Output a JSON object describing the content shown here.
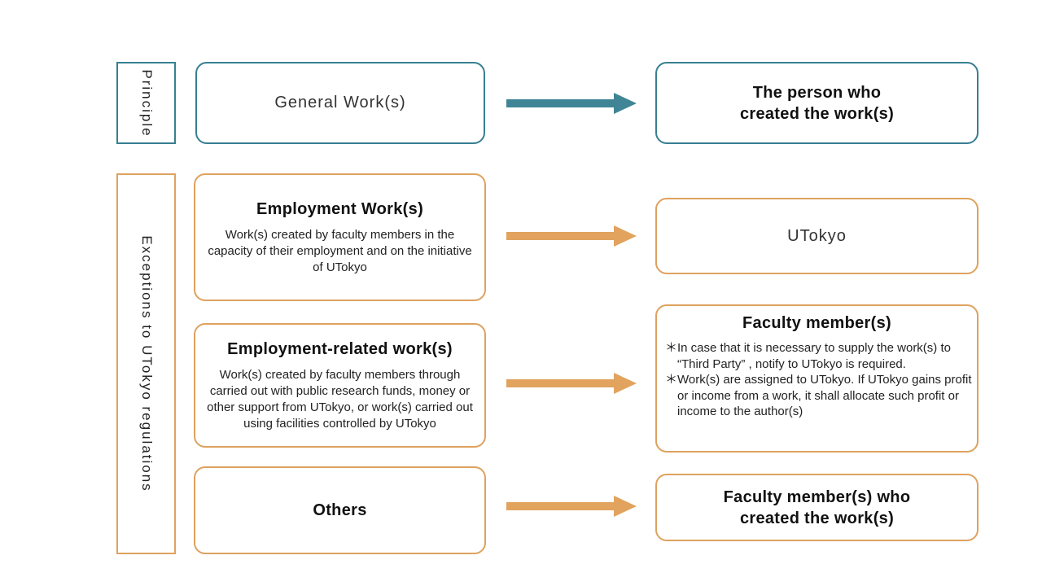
{
  "colors": {
    "teal_border": "#377F91",
    "orange_border": "#DEA25F",
    "teal_arrow": "#3F8596",
    "orange_arrow": "#E1A35E",
    "text": "#222222",
    "background": "#FFFFFF"
  },
  "labels": {
    "principle": "Principle",
    "exceptions": "Exceptions to UTokyo regulations"
  },
  "rows": {
    "general": {
      "title": "General Work(s)"
    },
    "person": {
      "title": "The person who\ncreated the work(s)"
    },
    "employment": {
      "title": "Employment Work(s)",
      "body": "Work(s) created by faculty members in the capacity of their employment and on the initiative of UTokyo"
    },
    "utokyo": {
      "title": "UTokyo"
    },
    "employment_related": {
      "title": "Employment-related work(s)",
      "body": "Work(s) created by faculty members through carried out with public research funds, money or other support from UTokyo, or work(s) carried out using facilities controlled by UTokyo"
    },
    "faculty": {
      "title": "Faculty member(s)",
      "notes": [
        "＊In case that it is necessary to supply the work(s) to “Third Party” , notify to UTokyo is required.",
        "＊Work(s) are assigned to UTokyo. If UTokyo gains profit or income from a work, it shall allocate such profit or income to the author(s)"
      ]
    },
    "others": {
      "title": "Others"
    },
    "faculty_created": {
      "title": "Faculty member(s) who\ncreated the work(s)"
    }
  },
  "arrows": [
    {
      "name": "general-to-person",
      "color": "#3F8596"
    },
    {
      "name": "employment-to-utokyo",
      "color": "#E1A35E"
    },
    {
      "name": "employment-related-to-faculty",
      "color": "#E1A35E"
    },
    {
      "name": "others-to-faculty-created",
      "color": "#E1A35E"
    }
  ]
}
